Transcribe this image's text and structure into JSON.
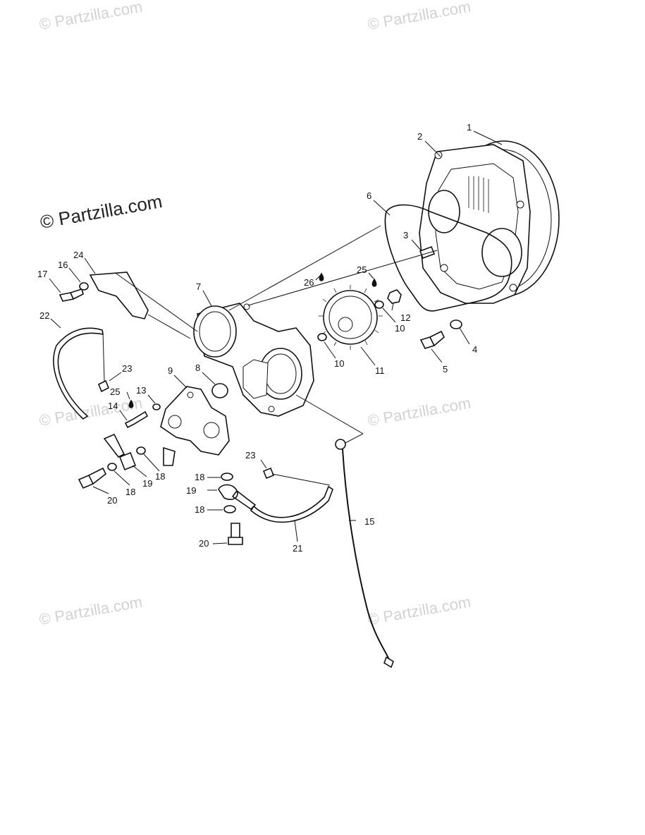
{
  "watermarks": [
    "© Partzilla.com",
    "© Partzilla.com",
    "© Partzilla.com",
    "© Partzilla.com",
    "© Partzilla.com",
    "© Partzilla.com",
    "© Partzilla.com"
  ],
  "callouts": {
    "p1": "1",
    "p2": "2",
    "p3": "3",
    "p4": "4",
    "p5": "5",
    "p6": "6",
    "p7": "7",
    "p8": "8",
    "p9": "9",
    "p10a": "10",
    "p10b": "10",
    "p11": "11",
    "p12": "12",
    "p13": "13",
    "p14": "14",
    "p15": "15",
    "p16": "16",
    "p17": "17",
    "p18a": "18",
    "p18b": "18",
    "p18c": "18",
    "p18d": "18",
    "p19a": "19",
    "p19b": "19",
    "p20a": "20",
    "p20b": "20",
    "p21": "21",
    "p22": "22",
    "p23a": "23",
    "p23b": "23",
    "p24": "24",
    "p25a": "25",
    "p25b": "25",
    "p26": "26"
  },
  "colors": {
    "line": "#111111",
    "watermark": "#d2d2d2",
    "background": "#ffffff"
  }
}
